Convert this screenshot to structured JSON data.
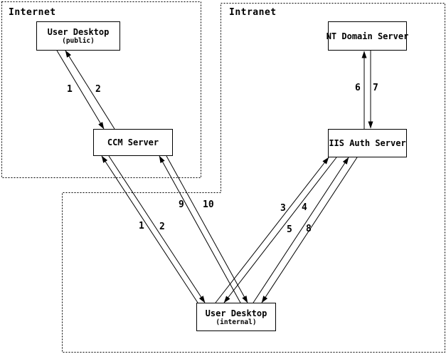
{
  "regions": {
    "internet": {
      "label": "Internet"
    },
    "intranet": {
      "label": "Intranet"
    }
  },
  "nodes": {
    "user_desktop_public": {
      "label": "User Desktop",
      "sublabel": "(public)"
    },
    "nt_domain_server": {
      "label": "NT Domain Server",
      "sublabel": ""
    },
    "ccm_server": {
      "label": "CCM Server",
      "sublabel": ""
    },
    "iis_auth_server": {
      "label": "IIS Auth Server",
      "sublabel": ""
    },
    "user_desktop_internal": {
      "label": "User Desktop",
      "sublabel": "(internal)"
    }
  },
  "edges": [
    {
      "label": "1",
      "from": "user_desktop_public",
      "to": "ccm_server"
    },
    {
      "label": "2",
      "from": "ccm_server",
      "to": "user_desktop_public"
    },
    {
      "label": "1",
      "from": "user_desktop_internal",
      "to": "ccm_server"
    },
    {
      "label": "2",
      "from": "ccm_server",
      "to": "user_desktop_internal"
    },
    {
      "label": "9",
      "from": "user_desktop_internal",
      "to": "ccm_server"
    },
    {
      "label": "10",
      "from": "ccm_server",
      "to": "user_desktop_internal"
    },
    {
      "label": "3",
      "from": "user_desktop_internal",
      "to": "iis_auth_server"
    },
    {
      "label": "4",
      "from": "iis_auth_server",
      "to": "user_desktop_internal"
    },
    {
      "label": "5",
      "from": "user_desktop_internal",
      "to": "iis_auth_server"
    },
    {
      "label": "8",
      "from": "iis_auth_server",
      "to": "user_desktop_internal"
    },
    {
      "label": "6",
      "from": "iis_auth_server",
      "to": "nt_domain_server"
    },
    {
      "label": "7",
      "from": "nt_domain_server",
      "to": "iis_auth_server"
    }
  ],
  "colors": {
    "line": "#000000",
    "background": "#ffffff"
  }
}
